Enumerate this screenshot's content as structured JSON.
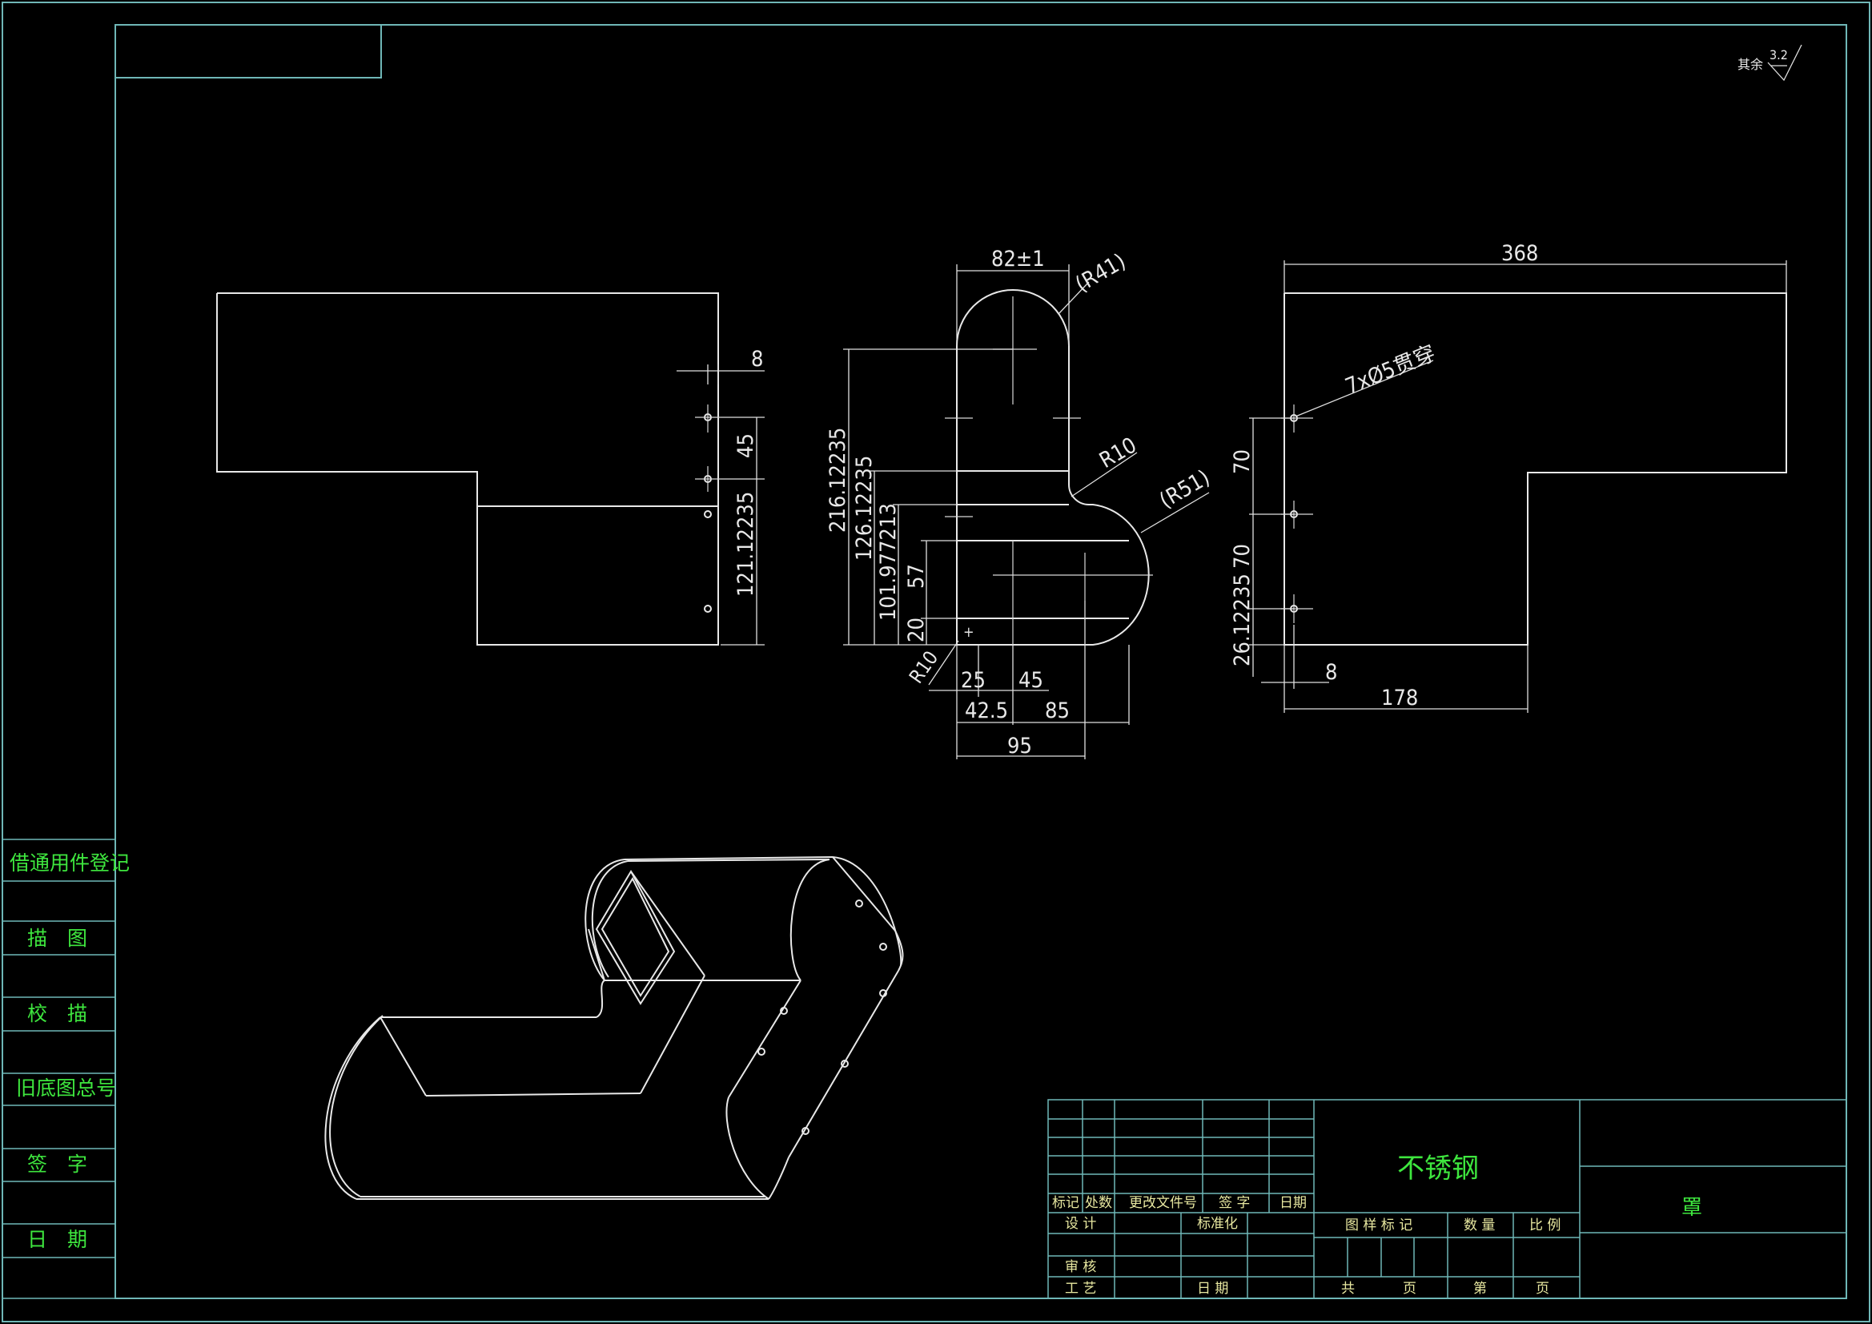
{
  "roughness": {
    "label": "其余",
    "value": "3.2"
  },
  "left_strip": {
    "items": [
      "借通用件登记",
      "描　图",
      "校　描",
      "旧底图总号",
      "签　字",
      "日　期"
    ]
  },
  "front_view": {
    "dim_8": "8",
    "dim_45": "45",
    "dim_121": "121.12235"
  },
  "side_view": {
    "dim_width": "82±1",
    "r41": "(R41)",
    "r10": "R10",
    "r51": "(R51)",
    "r10b": "R10",
    "h216": "216.12235",
    "h126": "126.12235",
    "h101": "101.977213",
    "h57": "57",
    "h20": "20",
    "w25": "25",
    "w45": "45",
    "w42": "42.5",
    "w85": "85",
    "w95": "95"
  },
  "top_view": {
    "dim_368": "368",
    "holes": "7xØ5贯穿",
    "dim_70a": "70",
    "dim_70b": "70",
    "dim_26": "26.12235",
    "dim_8": "8",
    "dim_178": "178"
  },
  "title_block": {
    "material": "不锈钢",
    "part_name": "罩",
    "rev_headers": [
      "标记",
      "处数",
      "更改文件号",
      "签 字",
      "日期"
    ],
    "design": "设 计",
    "standard": "标准化",
    "review": "审 核",
    "process": "工 艺",
    "date": "日 期",
    "sample_mark": "图 样 标 记",
    "quantity": "数 量",
    "scale": "比 例",
    "total": "共",
    "page": "页",
    "sheet": "第",
    "page2": "页"
  }
}
